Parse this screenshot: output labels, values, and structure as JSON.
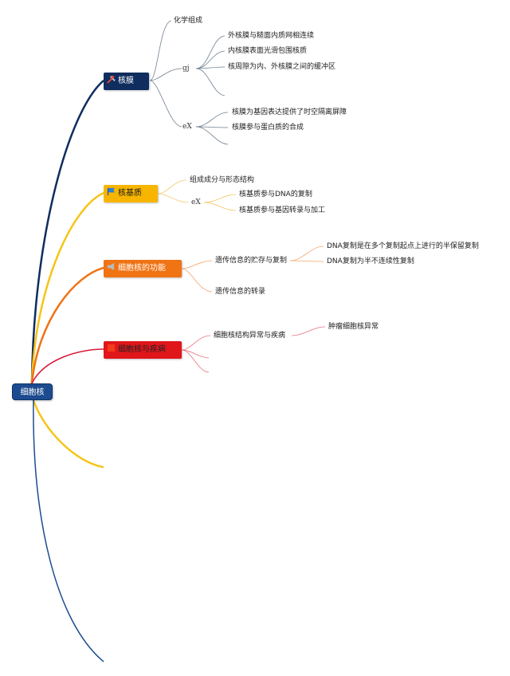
{
  "root": {
    "label": "细胞核"
  },
  "branches": [
    {
      "label": "核膜",
      "icon": "tools-icon",
      "color": "#0f2d5e",
      "children": {
        "c1": "化学组成",
        "gj": {
          "tag": "gj",
          "items": [
            "外核膜与糙面内质网相连续",
            "内核膜表面光滑包围核质",
            "核周隙为内、外核膜之间的缓冲区"
          ]
        },
        "ex": {
          "tag": "eX",
          "items": [
            "核膜为基因表达提供了时空隔离屏障",
            "核膜参与蛋白质的合成"
          ]
        }
      }
    },
    {
      "label": "核基质",
      "icon": "flag-icon",
      "color": "#f7b500",
      "children": {
        "c1": "组成成分与形态结构",
        "ex": {
          "tag": "eX",
          "items": [
            "核基质参与DNA的复制",
            "核基质参与基因转录与加工"
          ]
        }
      }
    },
    {
      "label": "细胞核的功能",
      "icon": "megaphone-icon",
      "color": "#f07314",
      "children": {
        "c1": "遗传信息的贮存与复制",
        "c1_items": [
          "DNA复制是在多个复制起点上进行的半保留复制",
          "DNA复制为半不连续性复制"
        ],
        "c2": "遗传信息的转录"
      }
    },
    {
      "label": "细胞核与疾病",
      "icon": "square-icon",
      "color": "#e0161b",
      "children": {
        "c1": "细胞核结构异常与疾病",
        "c1_items": [
          "肿瘤细胞核异常"
        ]
      }
    }
  ],
  "colors": {
    "root": "#1d4b8f",
    "extra_yellow": "#f5c518",
    "extra_blue": "#1d4b8f"
  }
}
